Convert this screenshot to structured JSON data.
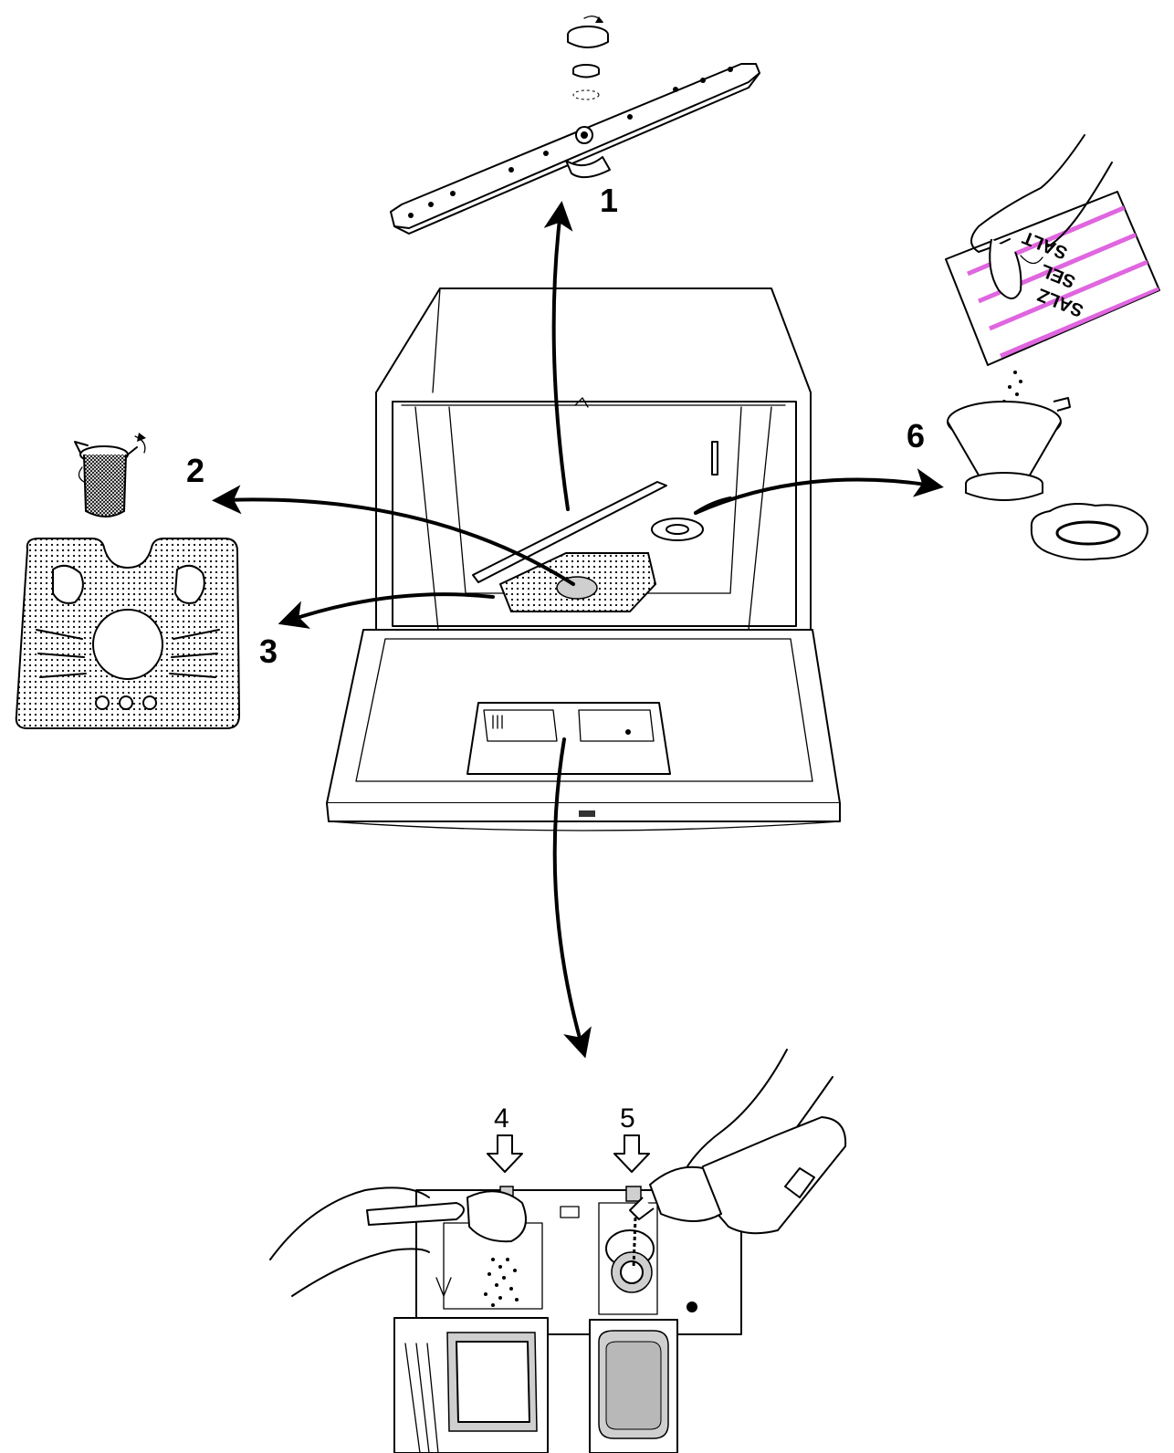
{
  "callouts": {
    "spray_arm": "1",
    "microfilter": "2",
    "flat_filter": "3",
    "detergent_dispenser": "4",
    "rinse_aid_dispenser": "5",
    "salt_container": "6"
  },
  "salt_package": {
    "line1": "SALZ",
    "line2": "SEL",
    "line3": "SALT"
  },
  "colors": {
    "line": "#000000",
    "background": "#ffffff",
    "package_stripes": "#e066e0",
    "fill_grey": "#cfcfcf"
  }
}
